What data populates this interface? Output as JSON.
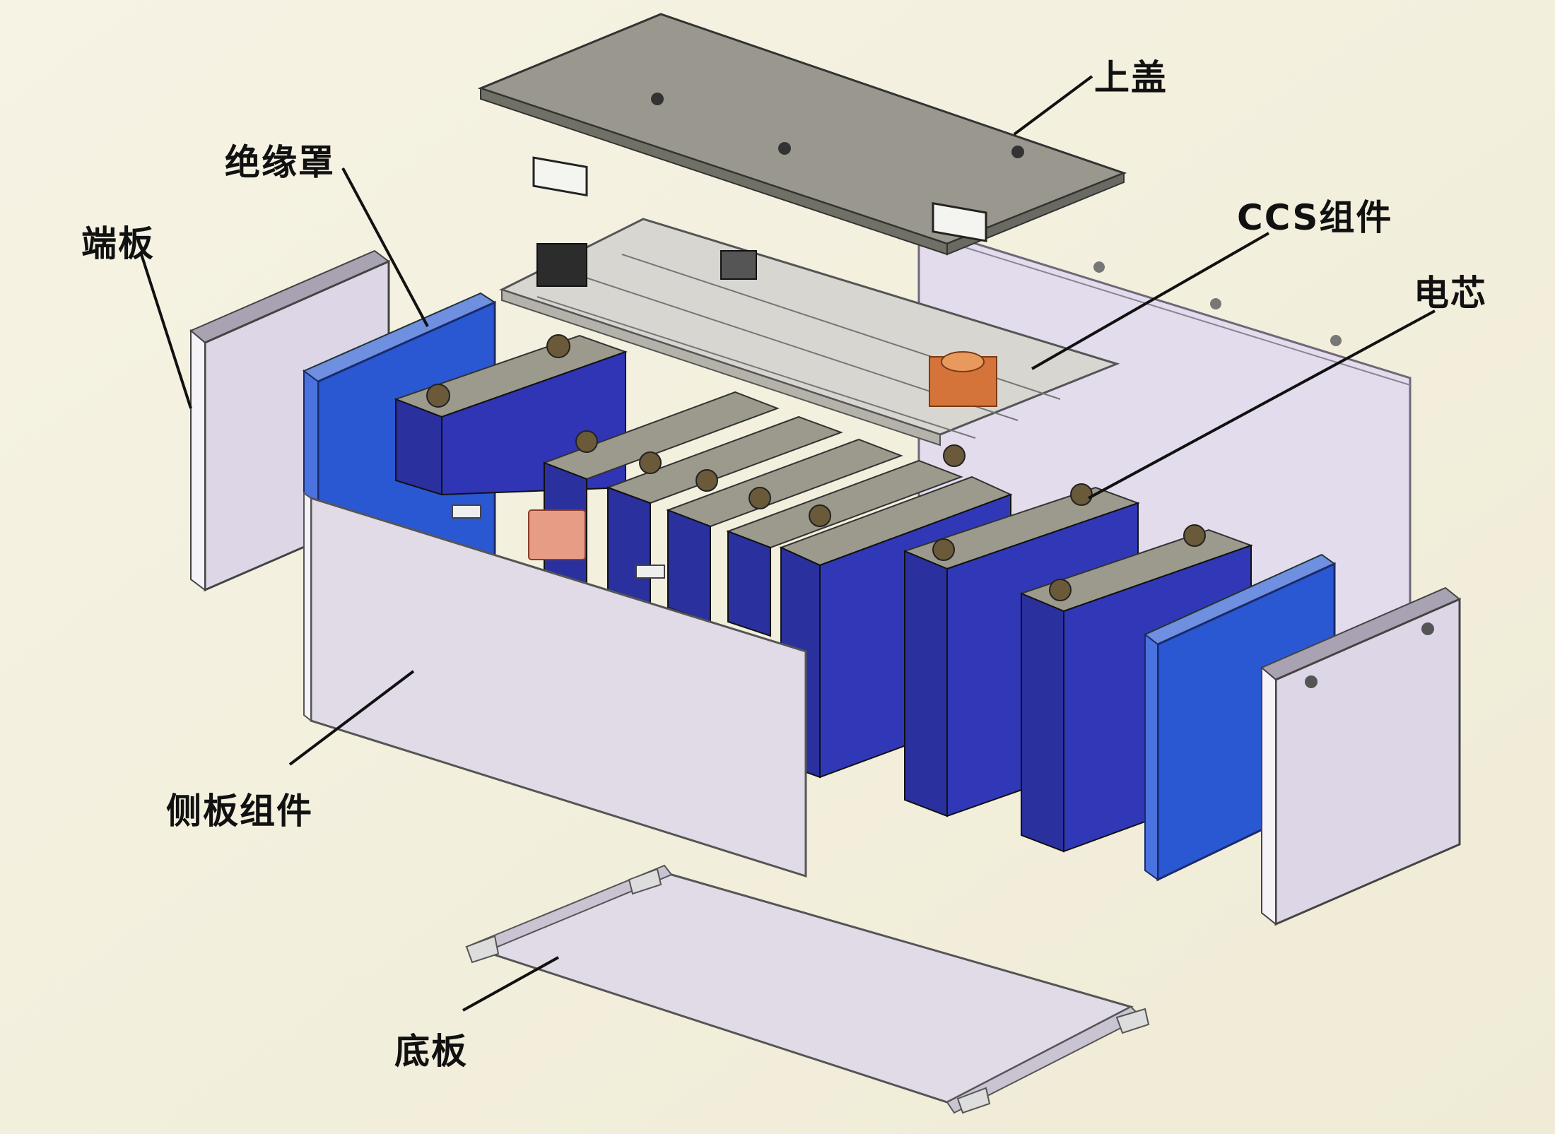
{
  "diagram": {
    "labels": {
      "top_cover": "上盖",
      "insulation_cover": "绝缘罩",
      "end_plate": "端板",
      "ccs_assembly": "CCS组件",
      "cell": "电芯",
      "side_plate_assembly": "侧板组件",
      "bottom_plate": "底板"
    },
    "colors": {
      "background": "#f3f0df",
      "cell_blue": "#2f35b4",
      "cell_top": "#9c9a8c",
      "insulation_blue": "#2a58d2",
      "plate_lavender": "#ddd6e6",
      "copper_terminal": "#d4733a",
      "leader_line": "#111111"
    }
  }
}
